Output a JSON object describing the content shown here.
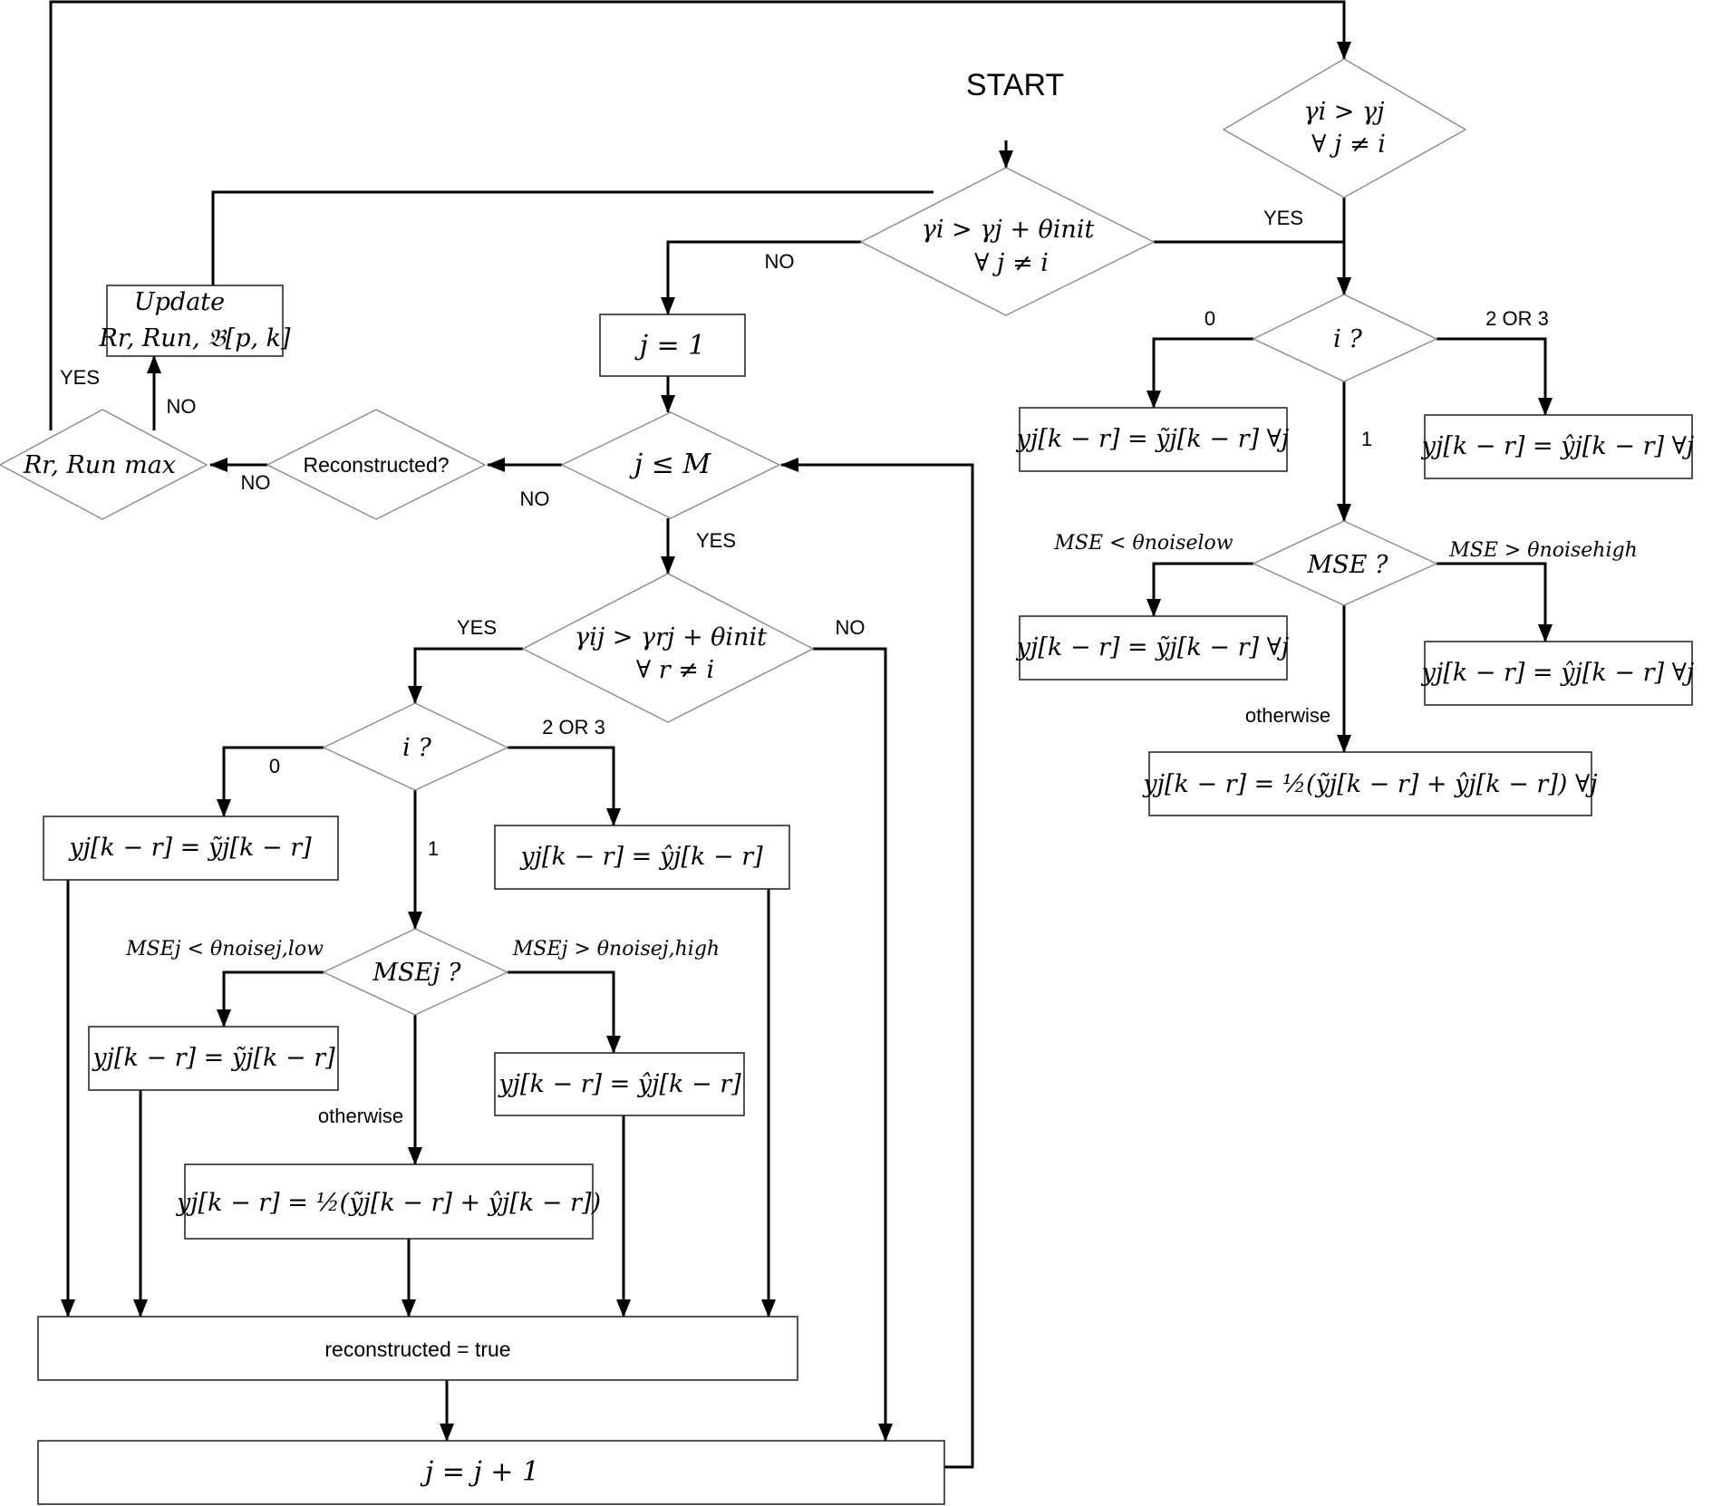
{
  "start": "START",
  "nodes": {
    "top_check": {
      "line1": "γi > γj",
      "line2": "∀ j ≠ i"
    },
    "init_check": {
      "line1": "γi > γj + θinit",
      "line2": "∀ j ≠ i"
    },
    "j_init": "j = 1",
    "update": {
      "line1": "Update",
      "line2": "Rr, Run, 𝔅[p, k]"
    },
    "max_check": "Rr, Run max",
    "reconstructed_check": "Reconstructed?",
    "loop_check": "j ≤ M",
    "gamma_r_check": {
      "line1": "γij > γrj + θinit",
      "line2": "∀ r ≠ i"
    },
    "i_check_left": "i ?",
    "i_check_right": "i ?",
    "mse_check_left": "MSEj ?",
    "mse_check_right": "MSE ?",
    "box_tilde_left": "yj[k − r] = ỹj[k − r]",
    "box_hat_left": "yj[k − r] = ŷj[k − r]",
    "box_tilde_left_mse": "yj[k − r] = ỹj[k − r]",
    "box_hat_left_mse": "yj[k − r] = ŷj[k − r]",
    "box_avg_left": "yj[k − r] = ½(ỹj[k − r] + ŷj[k − r])",
    "box_tilde_right": "yj[k − r] = ỹj[k − r] ∀j",
    "box_hat_right": "yj[k − r] = ŷj[k − r] ∀j",
    "box_tilde_right_mse": "yj[k − r] = ỹj[k − r] ∀j",
    "box_hat_right_mse": "yj[k − r] = ŷj[k − r] ∀j",
    "box_avg_right": "yj[k − r] = ½(ỹj[k − r] + ŷj[k − r]) ∀j",
    "reconstructed_true": "reconstructed = true",
    "j_increment": "j = j + 1"
  },
  "edge_labels": {
    "init_no": "NO",
    "init_yes": "YES",
    "max_yes": "YES",
    "max_no": "NO",
    "recon_no": "NO",
    "loop_no": "NO",
    "loop_yes": "YES",
    "gamma_yes": "YES",
    "gamma_no": "NO",
    "i_left_0": "0",
    "i_left_1": "1",
    "i_left_23": "2 OR 3",
    "i_right_0": "0",
    "i_right_1": "1",
    "i_right_23": "2 OR 3",
    "mse_left_low": "MSEj < θnoisej,low",
    "mse_left_high": "MSEj > θnoisej,high",
    "mse_left_other": "otherwise",
    "mse_right_low": "MSE < θnoiselow",
    "mse_right_high": "MSE > θnoisehigh",
    "mse_right_other": "otherwise"
  }
}
